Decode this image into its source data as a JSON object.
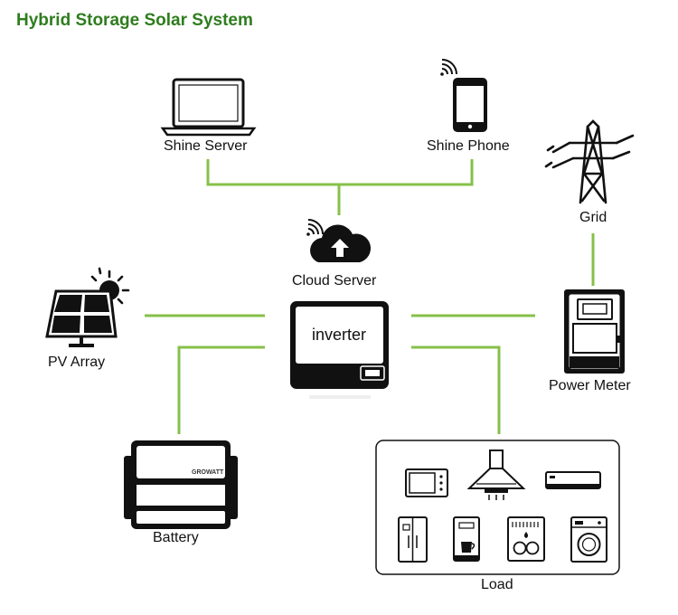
{
  "title": "Hybrid Storage Solar System",
  "nodes": {
    "shine_server": "Shine Server",
    "shine_phone": "Shine Phone",
    "grid": "Grid",
    "cloud_server": "Cloud Server",
    "inverter": "inverter",
    "pv_array": "PV Array",
    "power_meter": "Power Meter",
    "battery": "Battery",
    "battery_brand": "GROWATT",
    "load": "Load"
  },
  "colors": {
    "title": "#2e7d1e",
    "connector": "#86c049",
    "device": "#111111"
  },
  "load_appliances": [
    "microwave-icon",
    "range-hood-icon",
    "air-conditioner-icon",
    "refrigerator-icon",
    "coffee-maker-icon",
    "dishwasher-icon",
    "washing-machine-icon"
  ]
}
